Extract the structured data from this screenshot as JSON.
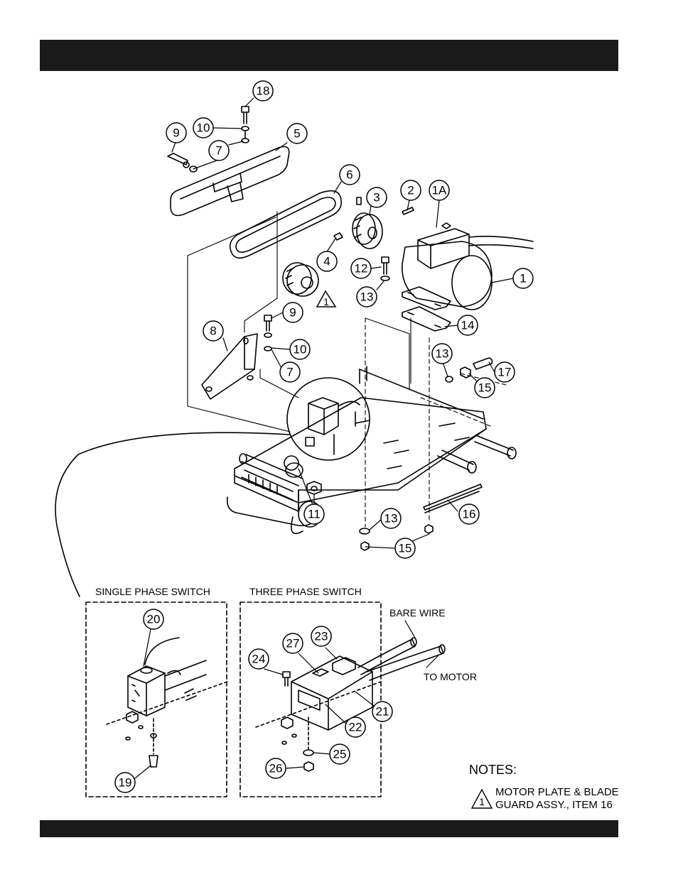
{
  "callouts": {
    "c18": "18",
    "c9a": "9",
    "c10a": "10",
    "c7a": "7",
    "c5": "5",
    "c6": "6",
    "c3": "3",
    "c2": "2",
    "c1A": "1A",
    "c4": "4",
    "c12": "12",
    "c1": "1",
    "c13a": "13",
    "c14": "14",
    "c9b": "9",
    "c8": "8",
    "c10b": "10",
    "c7b": "7",
    "c13b": "13",
    "c17": "17",
    "c15a": "15",
    "c11": "11",
    "c16": "16",
    "c13c": "13",
    "c15b": "15",
    "c20": "20",
    "c19": "19",
    "c27": "27",
    "c23": "23",
    "c24": "24",
    "c21": "21",
    "c22": "22",
    "c25": "25",
    "c26": "26"
  },
  "note_flag": "1",
  "captions": {
    "single_phase": "SINGLE PHASE SWITCH",
    "three_phase": "THREE PHASE SWITCH",
    "bare_wire": "BARE WIRE",
    "to_motor": "TO MOTOR"
  },
  "notes": {
    "title": "NOTES:",
    "flag": "1",
    "line1": "MOTOR PLATE & BLADE",
    "line2": "GUARD ASSY., ITEM 16"
  }
}
